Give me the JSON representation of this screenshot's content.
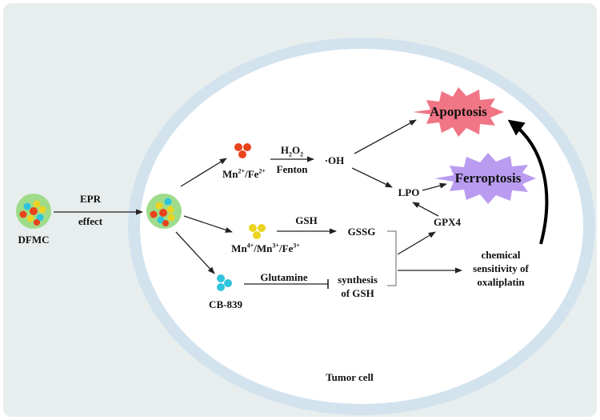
{
  "title": "",
  "cell_label": "Tumor cell",
  "nodes": {
    "dfmc": "DFMC",
    "epr_line1": "EPR",
    "epr_line2": "effect",
    "mn_fe_low": "Mn",
    "mn_fe_low_sup1": "2+",
    "mn_fe_low_mid": "/Fe",
    "mn_fe_low_sup2": "2+",
    "h2o2_h": "H",
    "h2o2_sub1": "2",
    "h2o2_o": "O",
    "h2o2_sub2": "2",
    "fenton": "Fenton",
    "oh": "·OH",
    "mn_high_a": "Mn",
    "mn_high_sup_a": "4+",
    "mn_high_b": "/Mn",
    "mn_high_sup_b": "3+",
    "mn_high_c": "/Fe",
    "mn_high_sup_c": "3+",
    "gsh_label": "GSH",
    "gssg": "GSSG",
    "cb839": "CB-839",
    "glutamine": "Glutamine",
    "synthesis_line1": "synthesis",
    "synthesis_line2": "of GSH",
    "lpo": "LPO",
    "gpx4": "GPX4",
    "chem_line1": "chemical",
    "chem_line2": "sensitivity of",
    "chem_line3": "oxaliplatin",
    "apoptosis": "Apoptosis",
    "ferroptosis": "Ferroptosis"
  },
  "colors": {
    "outer_background": "#e8eeee",
    "membrane": "#d3e3ee",
    "cell_interior": "#ffffff",
    "nanoparticle_green": "#9fdc8a",
    "red_dot": "#e8431c",
    "yellow_dot": "#ebd321",
    "cyan_dot": "#2ec4dc",
    "apoptosis_fill": "#f07585",
    "ferroptosis_fill": "#b99cf0",
    "arrow": "#222222"
  }
}
